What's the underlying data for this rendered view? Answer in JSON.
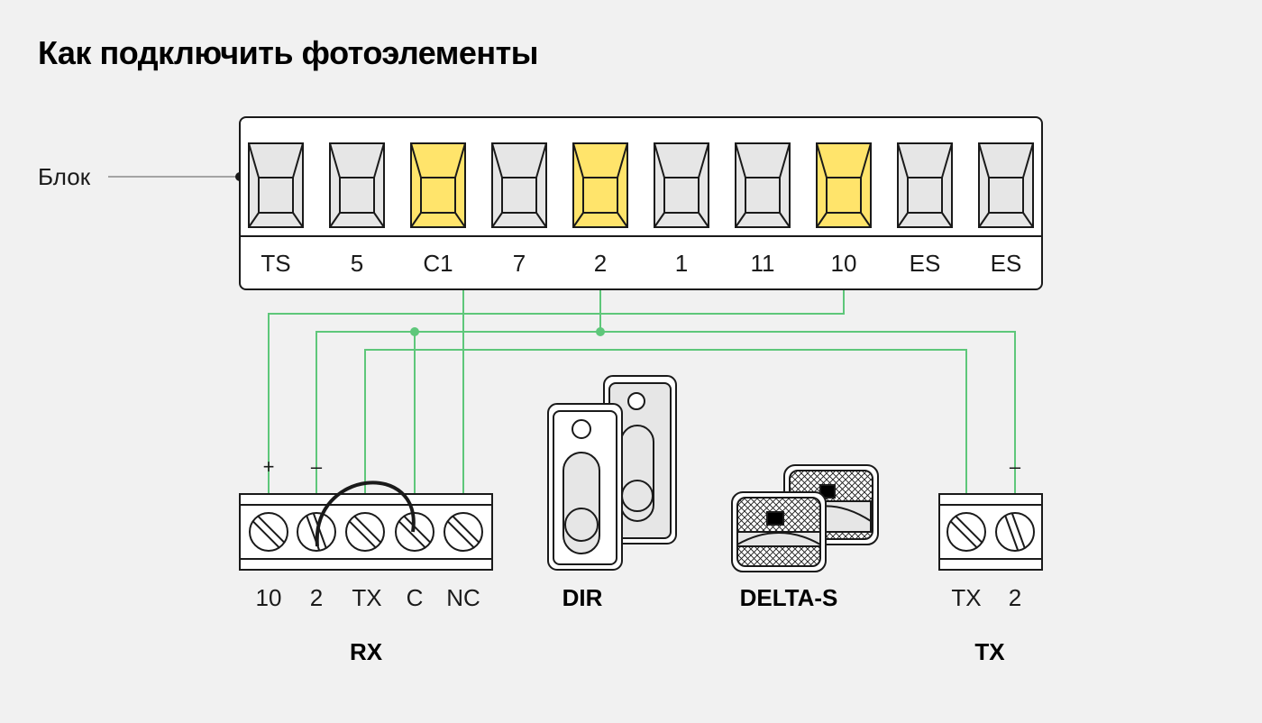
{
  "title": "Как подключить фотоэлементы",
  "block": {
    "label": "Блок",
    "terminals": [
      {
        "label": "TS",
        "highlighted": false
      },
      {
        "label": "5",
        "highlighted": false
      },
      {
        "label": "C1",
        "highlighted": true
      },
      {
        "label": "7",
        "highlighted": false
      },
      {
        "label": "2",
        "highlighted": true
      },
      {
        "label": "1",
        "highlighted": false
      },
      {
        "label": "11",
        "highlighted": false
      },
      {
        "label": "10",
        "highlighted": true
      },
      {
        "label": "ES",
        "highlighted": false
      },
      {
        "label": "ES",
        "highlighted": false
      }
    ]
  },
  "rx": {
    "name": "RX",
    "terminals": [
      "10",
      "2",
      "TX",
      "C",
      "NC"
    ],
    "polarity_plus": "+",
    "polarity_minus": "–"
  },
  "tx": {
    "name": "TX",
    "terminals": [
      "TX",
      "2"
    ],
    "polarity_minus": "–"
  },
  "devices": {
    "dir": "DIR",
    "delta_s": "DELTA-S"
  },
  "colors": {
    "background": "#f1f1f1",
    "wire": "#5ec77a",
    "highlight": "#ffe46b",
    "terminal_fill": "#e6e6e6",
    "outline": "#1a1a1a"
  }
}
